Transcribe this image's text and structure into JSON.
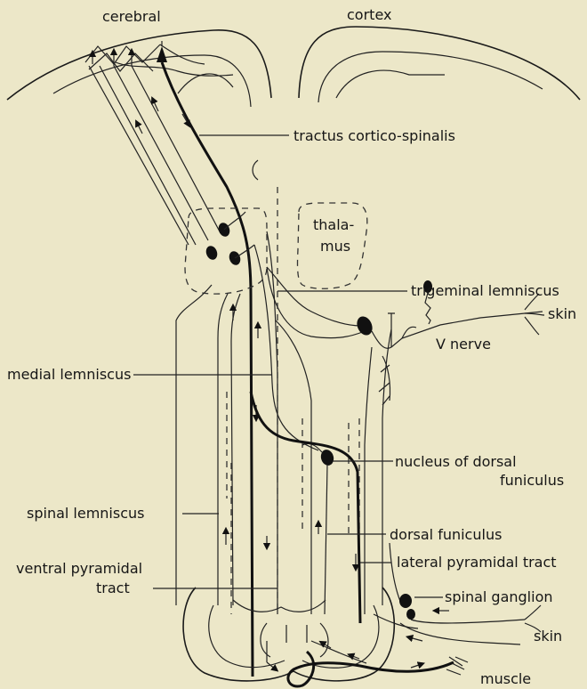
{
  "labels": {
    "cerebral": "cerebral",
    "cortex": "cortex",
    "tractus_cortico_spinalis": "tractus cortico-spinalis",
    "thalamus_1": "thala-",
    "thalamus_2": "mus",
    "trigeminal_lemniscus": "trigeminal lemniscus",
    "skin_top": "skin",
    "v_nerve": "V nerve",
    "medial_lemniscus": "medial lemniscus",
    "nucleus_dorsal_funiculus_1": "nucleus of dorsal",
    "nucleus_dorsal_funiculus_2": "funiculus",
    "spinal_lemniscus": "spinal lemniscus",
    "dorsal_funiculus": "dorsal funiculus",
    "ventral_pyramidal_tract_1": "ventral pyramidal",
    "ventral_pyramidal_tract_2": "tract",
    "lateral_pyramidal_tract": "lateral pyramidal tract",
    "spinal_ganglion": "spinal ganglion",
    "skin_bottom": "skin",
    "muscle": "muscle"
  }
}
